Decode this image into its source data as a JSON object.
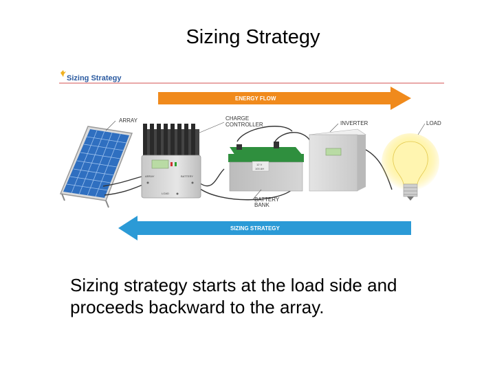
{
  "slide": {
    "title": "Sizing Strategy",
    "caption": "Sizing strategy starts at the load side and proceeds backward to the array."
  },
  "figure": {
    "header": "Sizing Strategy",
    "energy_flow_label": "ENERGY FLOW",
    "sizing_strategy_label": "SIZING STRATEGY",
    "labels": {
      "array": "ARRAY",
      "charge_controller_line1": "CHARGE",
      "charge_controller_line2": "CONTROLLER",
      "inverter": "INVERTER",
      "load": "LOAD",
      "battery_bank_line1": "BATTERY",
      "battery_bank_line2": "BANK"
    },
    "controller_texts": {
      "array": "ARRAY",
      "battery": "BATTERY",
      "load": "LOAD"
    },
    "battery_texts": {
      "line1": "12 V",
      "line2": "100 AH"
    },
    "colors": {
      "energy_flow_arrow": "#f08a1c",
      "sizing_strategy_arrow": "#2b9ad6",
      "battery_green": "#2f8f3e",
      "panel_blue": "#2f6fc0",
      "header_blue": "#2a5aa0"
    }
  }
}
